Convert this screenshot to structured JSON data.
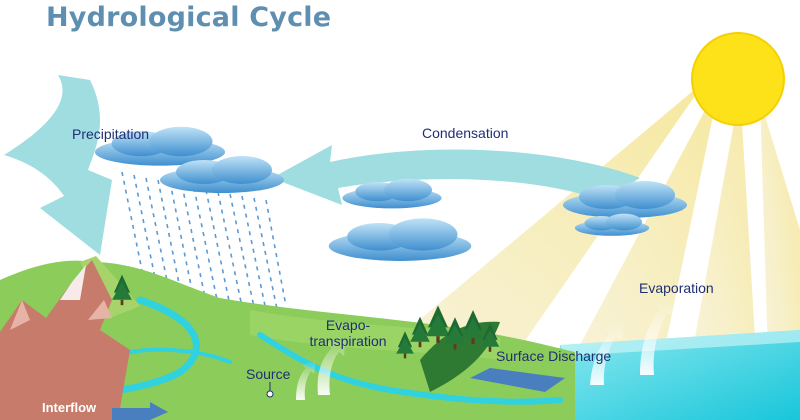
{
  "title": "Hydrological Cycle",
  "labels": {
    "precipitation": "Precipitation",
    "condensation": "Condensation",
    "evaporation": "Evaporation",
    "evapo_line1": "Evapo-",
    "evapo_line2": "transpiration",
    "surface_discharge": "Surface Discharge",
    "source": "Source",
    "interflow": "Interflow"
  },
  "colors": {
    "title": "#5f8fb0",
    "label": "#1f2f73",
    "arrow": "#9fdde0",
    "cloud": "#5aa2d8",
    "sun": "#fde21a",
    "sunbeam": "#f4e39a",
    "sea": "#30d2e0",
    "land": "#8ccc5a",
    "rock": "#c77b6a"
  },
  "icons": [
    "sun-icon",
    "cloud-icon",
    "rain-icon",
    "tree-icon",
    "mountain-icon",
    "arrow-icon"
  ]
}
